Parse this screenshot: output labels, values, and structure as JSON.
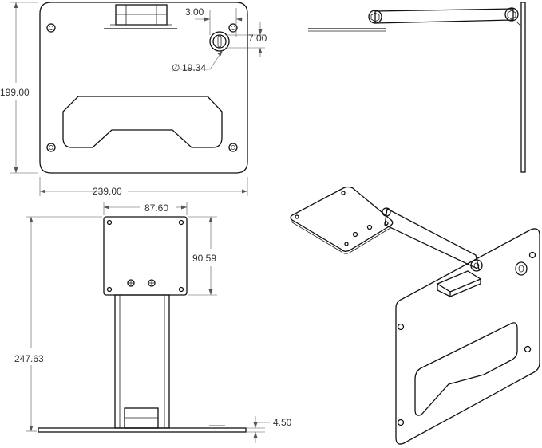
{
  "dimensions": {
    "edge_offset": "3.00",
    "slot_height": "7.00",
    "hole_diameter": "19.34",
    "diameter_symbol": "∅",
    "height": "199.00",
    "width": "239.00",
    "mount_width": "87.60",
    "mount_height": "90.59",
    "total_height": "247.63",
    "plate_thickness": "4.50"
  }
}
